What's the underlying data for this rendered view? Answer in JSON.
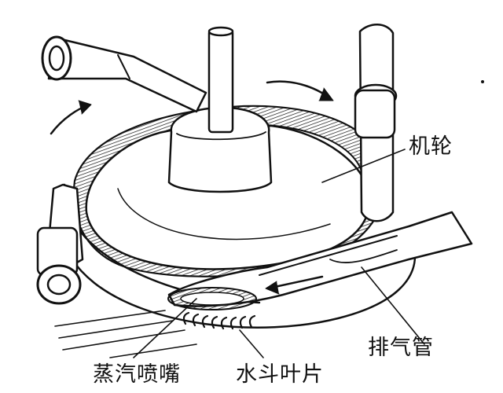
{
  "labels": {
    "wheel": "机轮",
    "exhaust_pipe": "排气管",
    "steam_nozzle": "蒸汽喷嘴",
    "bucket_blades": "水斗叶片"
  },
  "colors": {
    "ink": "#111111",
    "background": "#ffffff"
  }
}
